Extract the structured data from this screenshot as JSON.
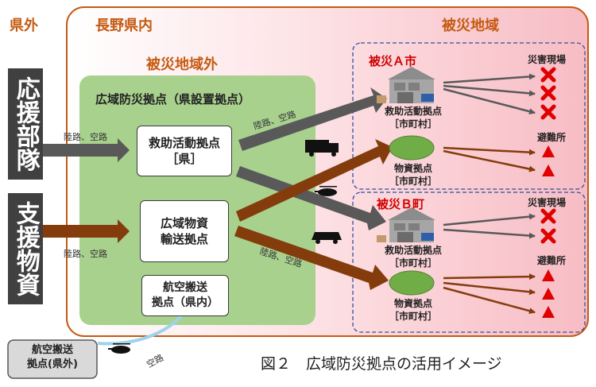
{
  "regions": {
    "outside_prefecture": "県外",
    "nagano": "長野県内",
    "disaster_area": "被災地域",
    "outside_disaster_area": "被災地域外"
  },
  "wide_area_base": {
    "title": "広域防災拠点（県設置拠点）",
    "rescue_base": [
      "救助活動拠点",
      "［県］"
    ],
    "goods_base": [
      "広域物資",
      "輸送拠点"
    ],
    "air_base": [
      "航空搬送",
      "拠点（県内）"
    ]
  },
  "left_inputs": {
    "support_team": "応援部隊",
    "support_goods": "支援物資",
    "route_top": "陸路、空路",
    "route_bottom": "陸路、空路"
  },
  "external_air": {
    "label": [
      "航空搬送",
      "拠点(県外)"
    ],
    "route": "空路"
  },
  "middle_routes": {
    "upper": "陸路、空路",
    "lower": "陸路、空路"
  },
  "city_a": {
    "name": "被災Ａ市",
    "rescue_caption": [
      "救助活動拠点",
      "［市町村］"
    ],
    "goods_caption": [
      "物資拠点",
      "［市町村］"
    ],
    "disaster_site": "災害現場",
    "shelter": "避難所"
  },
  "town_b": {
    "name": "被災Ｂ町",
    "rescue_caption": [
      "救助活動拠点",
      "［市町村］"
    ],
    "goods_caption": [
      "物資拠点",
      "［市町村］"
    ],
    "disaster_site": "災害現場",
    "shelter": "避難所"
  },
  "figure_caption": "図２　広域防災拠点の活用イメージ",
  "colors": {
    "orange": "#c55a11",
    "green_panel": "#a9d18e",
    "pink_panel": "#f8c9cf",
    "gray_arrow": "#595959",
    "brown_arrow": "#843c0c",
    "red": "#e00000"
  }
}
